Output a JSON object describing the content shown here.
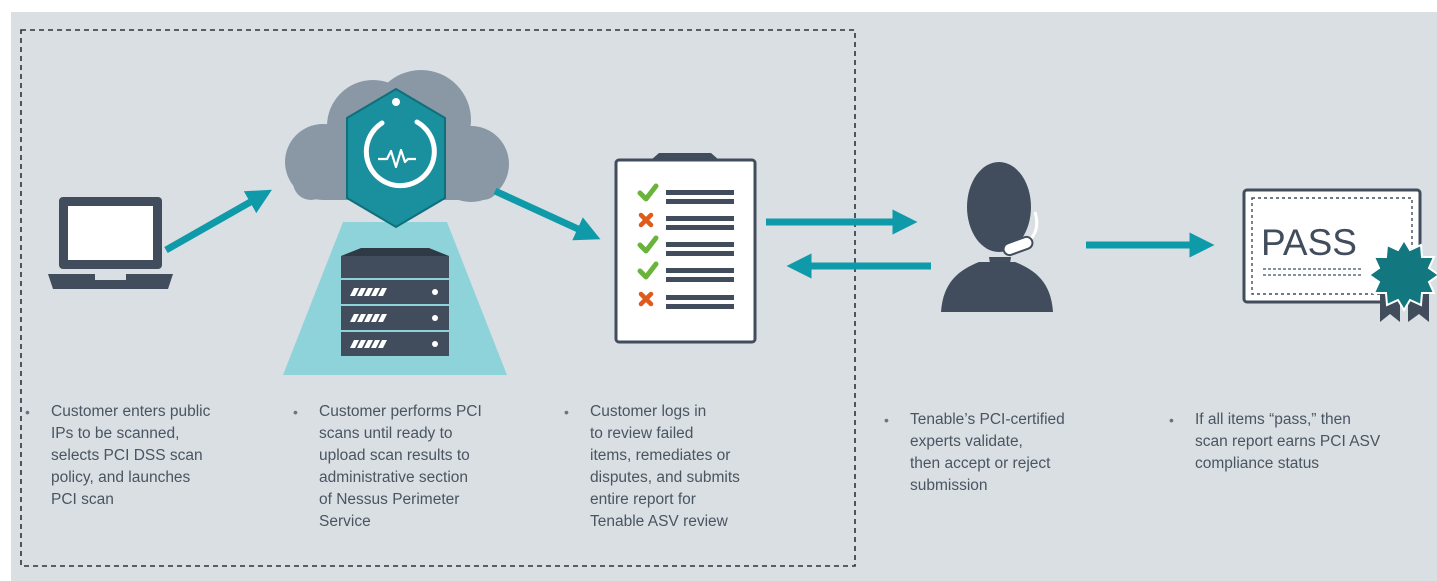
{
  "colors": {
    "background": "#d9dfe3",
    "teal": "#0f9aaa",
    "dark_slate": "#414d5c",
    "cloud_gray": "#8a98a6",
    "hexagon": "#1a8f9e",
    "light_teal_beam": "#8fd3da",
    "check_green": "#6bb43b",
    "x_orange": "#e05a1c",
    "seal_teal": "#137780"
  },
  "steps": [
    {
      "icon": "laptop-icon",
      "caption": "Customer enters public\nIPs to be scanned,\nselects PCI DSS scan\npolicy, and launches\nPCI scan"
    },
    {
      "icon": "nessus-cloud-server-icon",
      "caption": "Customer performs PCI\nscans until ready to\nupload scan results to\nadministrative section\nof Nessus Perimeter\nService"
    },
    {
      "icon": "clipboard-checklist-icon",
      "caption": "Customer logs in\nto review failed\nitems, remediates or\ndisputes, and submits\nentire report for\nTenable ASV review"
    },
    {
      "icon": "support-agent-icon",
      "caption": "Tenable’s PCI-certified\nexperts validate,\nthen accept or reject\nsubmission"
    },
    {
      "icon": "pass-certificate-icon",
      "caption": "If all items “pass,” then\nscan report earns PCI ASV\ncompliance status"
    }
  ],
  "bullet_glyph": "•",
  "certificate": {
    "label": "PASS"
  }
}
